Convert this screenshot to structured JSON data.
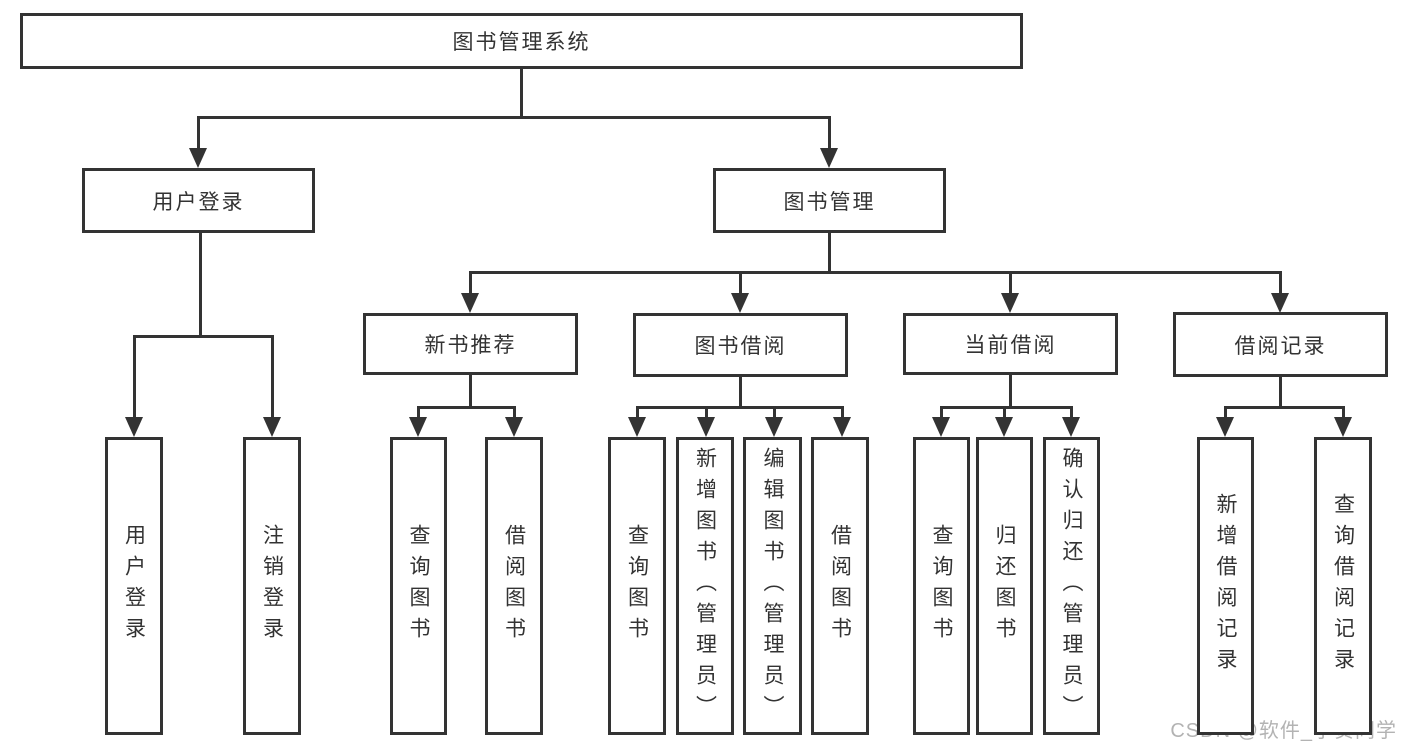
{
  "diagram": {
    "title": "图书管理系统",
    "watermark": "CSDN @软件_小贺同学",
    "colors": {
      "line": "#333333",
      "text": "#333333",
      "background": "#ffffff",
      "watermark": "#b3b3b3"
    },
    "nodes": [
      {
        "id": "root",
        "label": "图书管理系统",
        "parent": null
      },
      {
        "id": "user-login",
        "label": "用户登录",
        "parent": "root"
      },
      {
        "id": "book-mgmt",
        "label": "图书管理",
        "parent": "root"
      },
      {
        "id": "login",
        "label": "用户登录",
        "parent": "user-login"
      },
      {
        "id": "logout",
        "label": "注销登录",
        "parent": "user-login"
      },
      {
        "id": "new-book-rec",
        "label": "新书推荐",
        "parent": "book-mgmt"
      },
      {
        "id": "book-borrow",
        "label": "图书借阅",
        "parent": "book-mgmt"
      },
      {
        "id": "current-borrow",
        "label": "当前借阅",
        "parent": "book-mgmt"
      },
      {
        "id": "borrow-record",
        "label": "借阅记录",
        "parent": "book-mgmt"
      },
      {
        "id": "nbr-query",
        "label": "查询图书",
        "parent": "new-book-rec"
      },
      {
        "id": "nbr-borrow",
        "label": "借阅图书",
        "parent": "new-book-rec"
      },
      {
        "id": "bb-query",
        "label": "查询图书",
        "parent": "book-borrow"
      },
      {
        "id": "bb-add",
        "label": "新增图书（管理员）",
        "parent": "book-borrow"
      },
      {
        "id": "bb-edit",
        "label": "编辑图书（管理员）",
        "parent": "book-borrow"
      },
      {
        "id": "bb-borrow",
        "label": "借阅图书",
        "parent": "book-borrow"
      },
      {
        "id": "cb-query",
        "label": "查询图书",
        "parent": "current-borrow"
      },
      {
        "id": "cb-return",
        "label": "归还图书",
        "parent": "current-borrow"
      },
      {
        "id": "cb-confirm",
        "label": "确认归还（管理员）",
        "parent": "current-borrow"
      },
      {
        "id": "br-add",
        "label": "新增借阅记录",
        "parent": "borrow-record"
      },
      {
        "id": "br-query",
        "label": "查询借阅记录",
        "parent": "borrow-record"
      }
    ]
  }
}
